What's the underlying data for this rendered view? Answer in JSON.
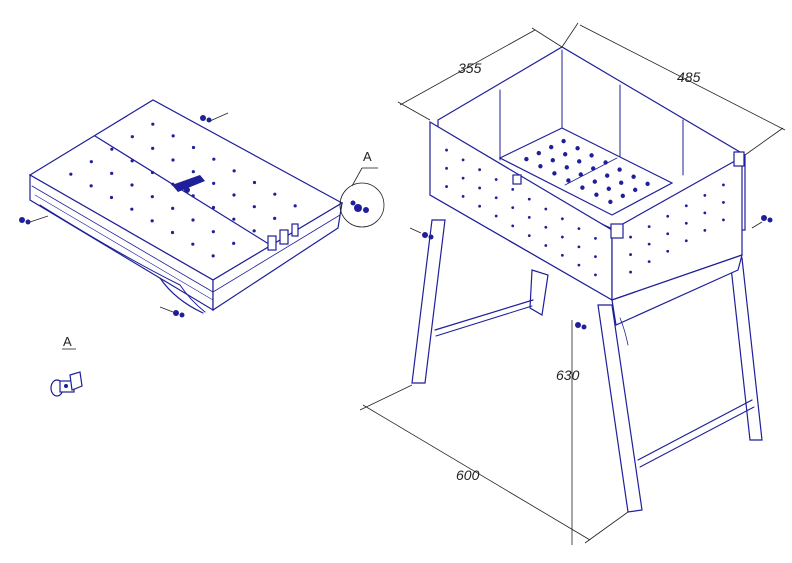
{
  "dimensions": {
    "width": "355",
    "length": "485",
    "height": "630",
    "depth": "600"
  },
  "detail": {
    "callout_label": "A",
    "view_label": "A"
  },
  "colors": {
    "ink": "#1f1f9a",
    "dimension": "#222222",
    "background": "#ffffff"
  },
  "icons": [
    "wing-nut-icon",
    "latch-icon",
    "hinge-icon"
  ]
}
